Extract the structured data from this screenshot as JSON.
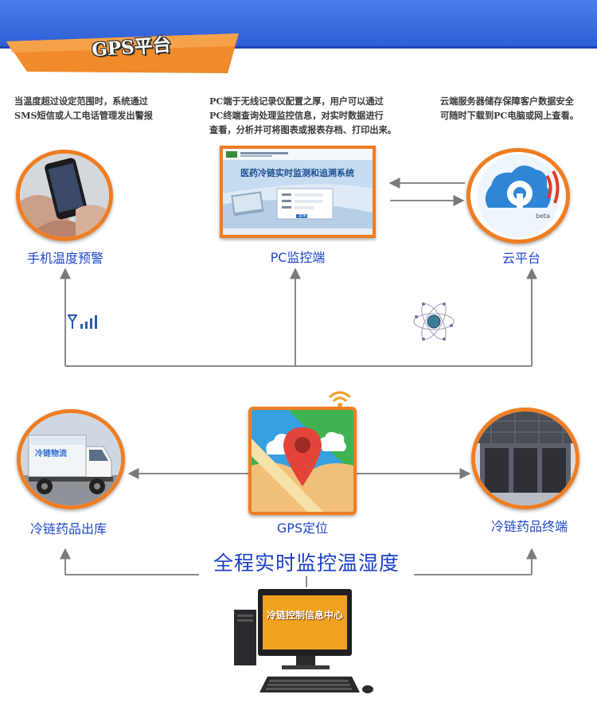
{
  "header": {
    "title": "GPS平台"
  },
  "descriptions": {
    "alarm": [
      "当温度超过设定范围时，系统通过",
      "SMS短信或人工电话管理发出警报"
    ],
    "pc": [
      "PC端于无线记录仪配置之厚，用户可以通过",
      "PC终端查询处理监控信息，对实时数据进行",
      "查看，分析并可将图表或报表存档、打印出来。"
    ],
    "cloud": [
      "云端服务器储存保障客户数据安全",
      "可随时下载到PC电脑或网上查看。"
    ]
  },
  "nodes": {
    "phone": "手机温度预警",
    "pc": "PC监控端",
    "cloud": "云平台",
    "warehouse_out": "冷链药品出库",
    "gps": "GPS定位",
    "terminal": "冷链药品终端"
  },
  "pc_screen": {
    "header_text": "医药冷链实时监测和追溯系统",
    "login_button": "登录"
  },
  "truck": {
    "side_text": "冷链物流"
  },
  "cloud_logo": {
    "beta": "beta"
  },
  "center_title": "全程实时监控温湿度",
  "monitor": {
    "screen_text": "冷链控制信息中心"
  },
  "colors": {
    "accent_orange": "#ef7d22",
    "blue_bar": "#3a69e0",
    "label_blue": "#1f47c8"
  }
}
